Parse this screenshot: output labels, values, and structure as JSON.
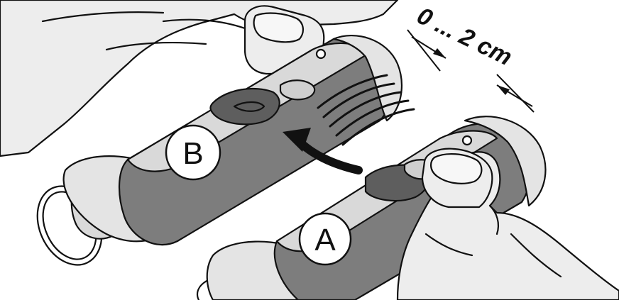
{
  "labels": {
    "remote_b": "B",
    "remote_a": "A",
    "distance": "0 ... 2 cm"
  },
  "icons": {
    "arrow": "curved-arrow-icon",
    "signal": "signal-waves-icon"
  }
}
